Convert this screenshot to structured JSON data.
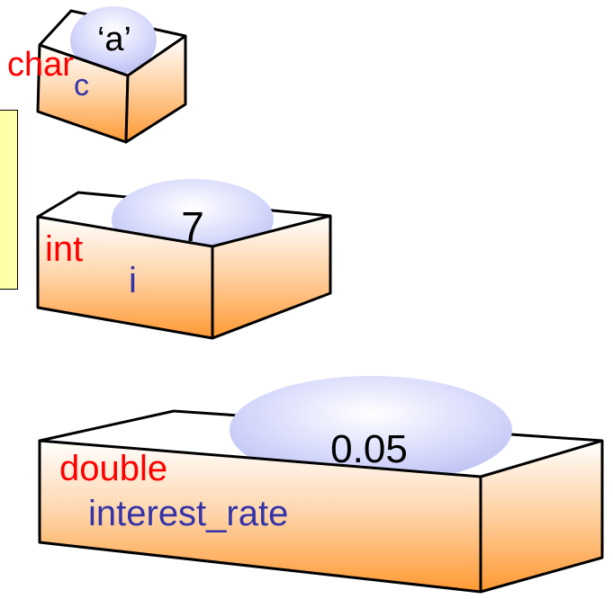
{
  "boxes": [
    {
      "id": "char",
      "type_label": "char",
      "name_label": "c",
      "value_label": "‘a’"
    },
    {
      "id": "int",
      "type_label": "int",
      "name_label": "i",
      "value_label": "7"
    },
    {
      "id": "double",
      "type_label": "double",
      "name_label": "interest_rate",
      "value_label": "0.05"
    }
  ],
  "colors": {
    "type_label": "#ff0000",
    "name_label": "#3333aa",
    "value_label": "#000000",
    "box_top": "#ffffff",
    "box_bottom": "#ff9933",
    "blob": "#c8ccf8",
    "note_fill": "#ffffa8"
  }
}
